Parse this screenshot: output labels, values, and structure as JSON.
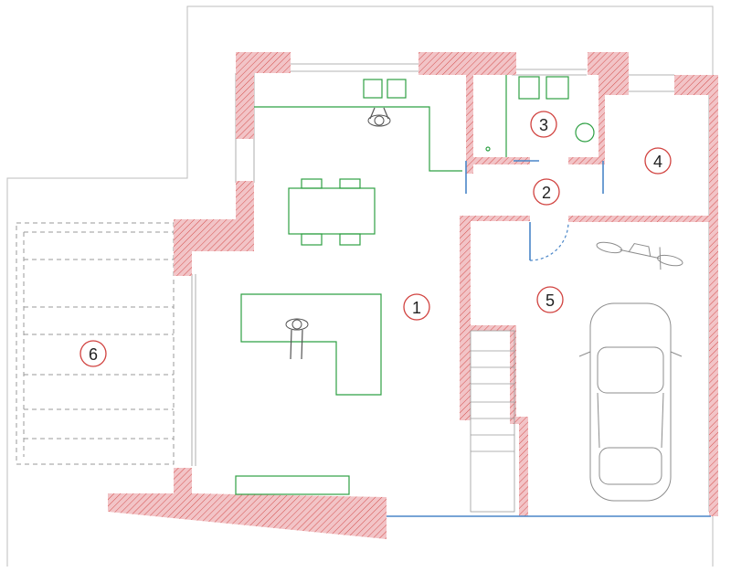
{
  "plan": {
    "rooms": [
      {
        "id": "1",
        "label": "1"
      },
      {
        "id": "2",
        "label": "2"
      },
      {
        "id": "3",
        "label": "3"
      },
      {
        "id": "4",
        "label": "4"
      },
      {
        "id": "5",
        "label": "5"
      },
      {
        "id": "6",
        "label": "6"
      }
    ],
    "colors": {
      "wall_fill": "#f2c4c7",
      "wall_hatch": "#d1423f",
      "furniture": "#2ea043",
      "glazing": "#4a86c8",
      "room_marker": "#d1423f"
    },
    "icons": [
      "person-icon",
      "car-icon",
      "motorcycle-icon",
      "sink-icon",
      "toilet-icon"
    ]
  }
}
